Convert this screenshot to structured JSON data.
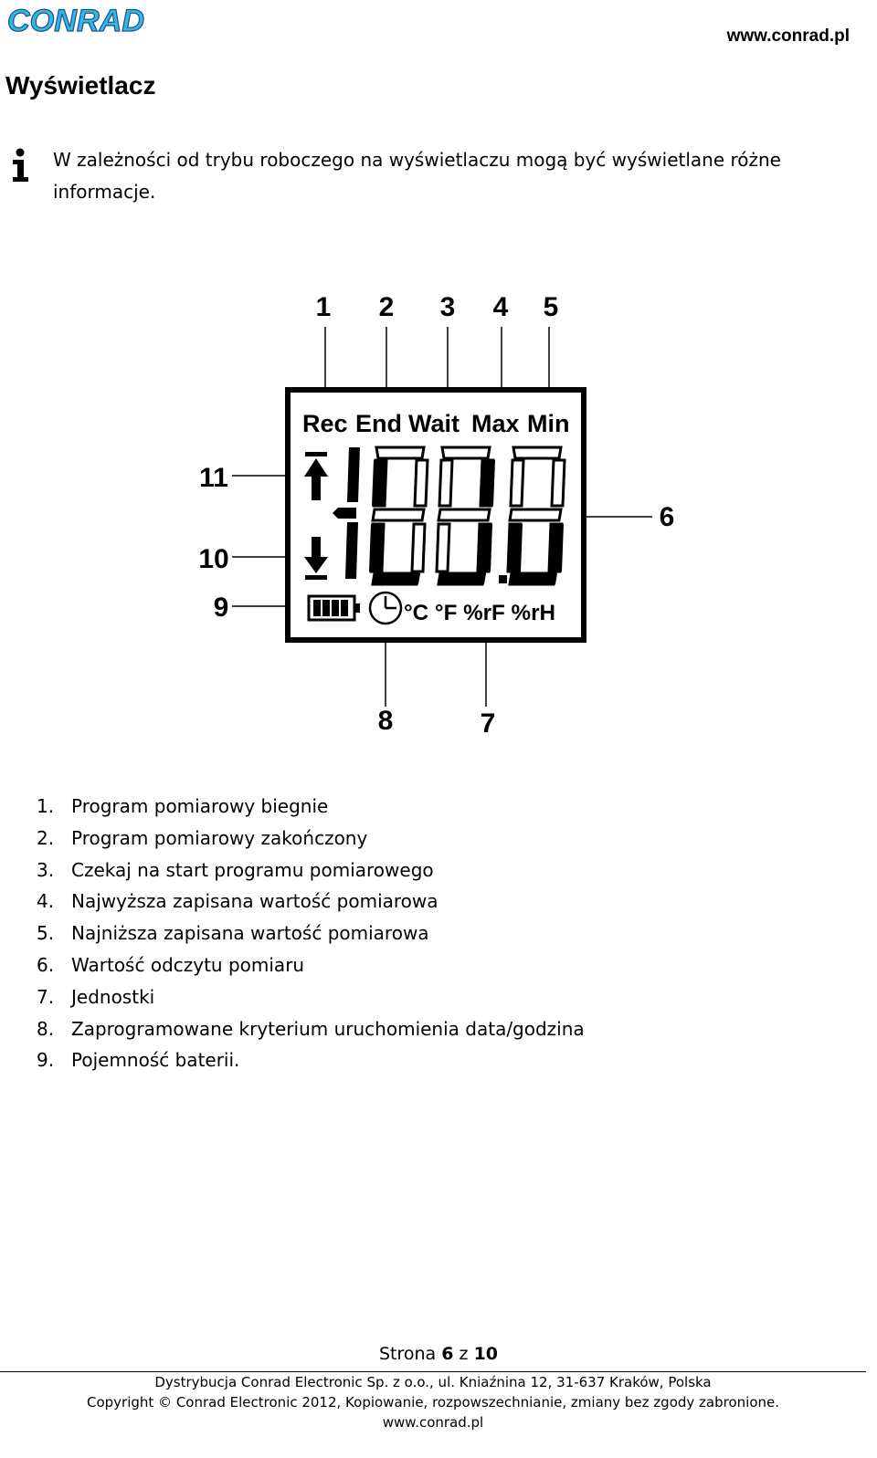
{
  "header": {
    "logo_text": "CONRAD",
    "site_url": "www.conrad.pl"
  },
  "page_title": "Wyświetlacz",
  "info_note": "W zależności od trybu roboczego na wyświetlaczu mogą być wyświetlane różne informacje.",
  "diagram": {
    "callouts": [
      "1",
      "2",
      "3",
      "4",
      "5",
      "6",
      "7",
      "8",
      "9",
      "10",
      "11"
    ],
    "status_labels": [
      "Rec",
      "End",
      "Wait",
      "Max",
      "Min"
    ],
    "units_label": "°C °F %rF %rH"
  },
  "items": [
    {
      "num": "1.",
      "text": "Program pomiarowy biegnie"
    },
    {
      "num": "2.",
      "text": "Program pomiarowy zakończony"
    },
    {
      "num": "3.",
      "text": "Czekaj na start programu pomiarowego"
    },
    {
      "num": "4.",
      "text": "Najwyższa zapisana wartość pomiarowa"
    },
    {
      "num": "5.",
      "text": "Najniższa zapisana wartość pomiarowa"
    },
    {
      "num": "6.",
      "text": "Wartość odczytu pomiaru"
    },
    {
      "num": "7.",
      "text": "Jednostki"
    },
    {
      "num": "8.",
      "text": "Zaprogramowane kryterium uruchomienia data/godzina"
    },
    {
      "num": "9.",
      "text": "Pojemność baterii."
    }
  ],
  "footer": {
    "page_prefix": "Strona",
    "page_current": "6",
    "page_sep": "z",
    "page_total": "10",
    "line1": "Dystrybucja Conrad Electronic Sp. z o.o., ul. Kniaźnina 12, 31-637 Kraków, Polska",
    "line2": "Copyright © Conrad Electronic 2012, Kopiowanie, rozpowszechnianie, zmiany bez zgody zabronione.",
    "line3": "www.conrad.pl"
  },
  "colors": {
    "logo_fill": "#33b7e6",
    "logo_outline": "#1b4f8a"
  }
}
